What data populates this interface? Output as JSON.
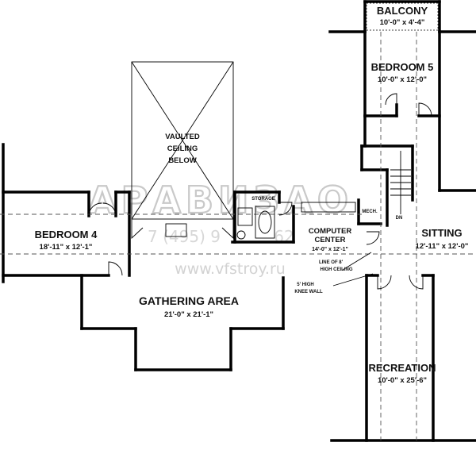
{
  "watermark": {
    "logo": "АРАВИЗАО",
    "phone_fragment": "7 (495) 9",
    "phone_fragment_2": "62",
    "url": "www.vfstroy.ru"
  },
  "rooms": {
    "balcony": {
      "name": "BALCONY",
      "dims": "10'-0\" x 4'-4\""
    },
    "bedroom5": {
      "name": "BEDROOM 5",
      "dims": "10'-0\" x 12'-0\""
    },
    "vaulted": {
      "line1": "VAULTED",
      "line2": "CEILING",
      "line3": "BELOW"
    },
    "bedroom4": {
      "name": "BEDROOM 4",
      "dims": "18'-11\" x 12'-1\""
    },
    "gathering": {
      "name": "GATHERING AREA",
      "dims": "21'-0\" x 21'-1\""
    },
    "computer": {
      "line1": "COMPUTER",
      "line2": "CENTER",
      "dims": "14'-0\" x 12'-1\""
    },
    "sitting": {
      "name": "Sitting",
      "dims": "12'-11\" x 12'-0\""
    },
    "recreation": {
      "name": "RECREATION",
      "dims": "10'-0\" x 25'-6\""
    }
  },
  "notes": {
    "storage": "STORAGE",
    "mech": "MECH.",
    "dn": "DN",
    "ceiling_line1": "LINE OF 8'",
    "ceiling_line2": "HIGH CEILING",
    "knee_line1": "5' HIGH",
    "knee_line2": "KNEE WALL"
  }
}
